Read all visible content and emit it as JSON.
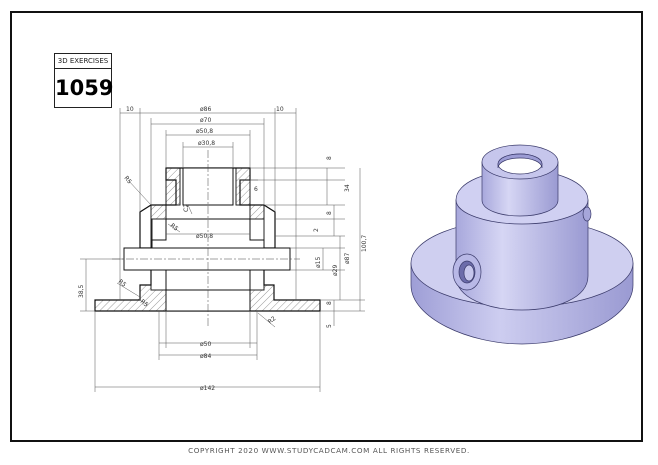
{
  "title_box": {
    "label": "3D EXERCISES",
    "number": "1059"
  },
  "copyright": "COPYRIGHT  2020 WWW.STUDYCADCAM.COM ALL RIGHTS RESERVED.",
  "dimensions": {
    "d86": "ø86",
    "d70": "ø70",
    "d50_8_top": "ø50,8",
    "d30_8": "ø30,8",
    "d50_8_mid": "ø50,8",
    "d50": "ø50",
    "d84": "ø84",
    "d142": "ø142",
    "d15": "ø15",
    "d29": "ø29",
    "d87": "ø87",
    "w10_left": "10",
    "w10_right": "10",
    "h8_top": "8",
    "h34": "34",
    "h8_mid": "8",
    "h2": "2",
    "h8_low": "8",
    "h5": "5",
    "h100_7": "100,7",
    "h38_5": "38,5",
    "i6": "6",
    "c2": "C2",
    "r5_a": "R5",
    "r5_b": "R5",
    "r5_c": "R5",
    "r5_d": "R5",
    "r2": "R2"
  },
  "colors": {
    "model_fill": "#c9c9ec",
    "model_shade": "#9d9dd6",
    "model_edge": "#3a3a6a",
    "hatch": "#555555"
  }
}
